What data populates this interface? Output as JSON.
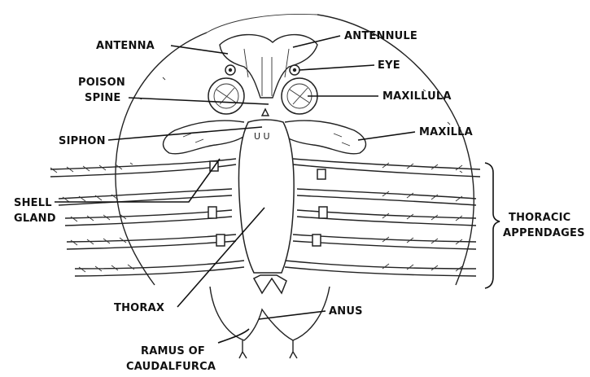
{
  "labels": {
    "antenna": "ANTENNA",
    "antennule": "ANTENNULE",
    "eye": "EYE",
    "poison_spine_1": "POISON",
    "poison_spine_2": "SPINE",
    "maxillula": "MAXILLULA",
    "siphon": "SIPHON",
    "maxilla": "MAXILLA",
    "shell_gland_1": "SHELL",
    "shell_gland_2": "GLAND",
    "thoracic_appendages_1": "THORACIC",
    "thoracic_appendages_2": "APPENDAGES",
    "thorax": "THORAX",
    "anus": "ANUS",
    "ramus_1": "RAMUS OF",
    "ramus_2": "CAUDALFURCA"
  }
}
